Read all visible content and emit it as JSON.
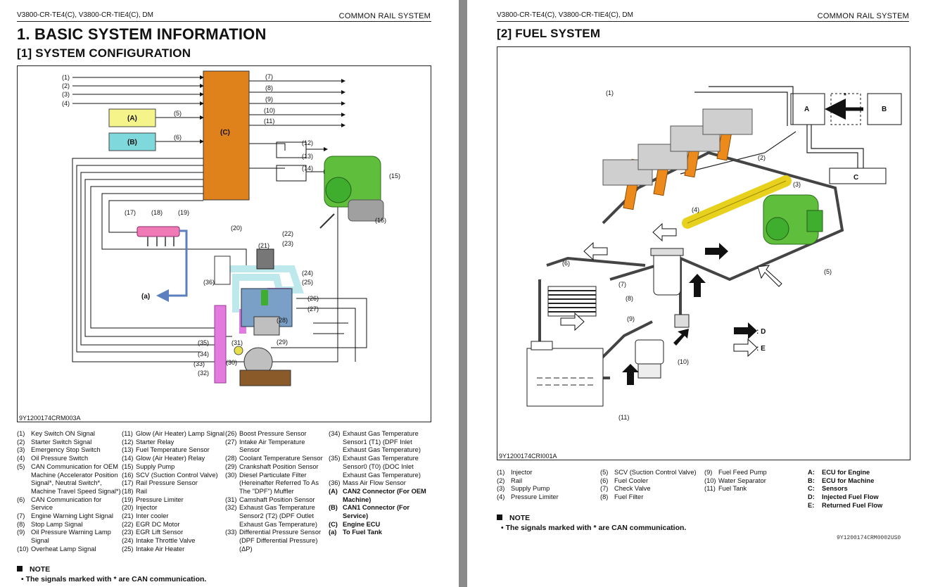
{
  "left_page": {
    "header_model": "V3800-CR-TE4(C), V3800-CR-TIE4(C), DM",
    "header_system": "COMMON RAIL SYSTEM",
    "section_title": "1.  BASIC SYSTEM INFORMATION",
    "subsection_title": "[1]  SYSTEM CONFIGURATION",
    "figure_code": "9Y1200174CRM003A",
    "figure_labels": {
      "in1": "(1)",
      "in2": "(2)",
      "in3": "(3)",
      "in4": "(4)",
      "out7": "(7)",
      "out8": "(8)",
      "out9": "(9)",
      "out10": "(10)",
      "out11": "(11)",
      "l5": "(5)",
      "l6": "(6)",
      "l12": "(12)",
      "l13": "(13)",
      "l14": "(14)",
      "l15": "(15)",
      "l16": "(16)",
      "l17": "(17)",
      "l18": "(18)",
      "l19": "(19)",
      "l20": "(20)",
      "l21": "(21)",
      "l22": "(22)",
      "l23": "(23)",
      "l24": "(24)",
      "l25": "(25)",
      "l26": "(26)",
      "l27": "(27)",
      "l28": "(28)",
      "l29": "(29)",
      "l30": "(30)",
      "l31": "(31)",
      "l32": "(32)",
      "l33": "(33)",
      "l34": "(34)",
      "l35": "(35)",
      "l36": "(36)",
      "boxA": "(A)",
      "boxB": "(B)",
      "boxC": "(C)",
      "la": "(a)"
    },
    "legend": {
      "col1": [
        {
          "k": "(1)",
          "t": "Key Switch ON Signal"
        },
        {
          "k": "(2)",
          "t": "Starter Switch Signal"
        },
        {
          "k": "(3)",
          "t": "Emergency Stop Switch"
        },
        {
          "k": "(4)",
          "t": "Oil Pressure Switch"
        },
        {
          "k": "(5)",
          "t": "CAN Communication for OEM Machine (Accelerator Position Signal*, Neutral Switch*, Machine Travel Speed Signal*)"
        },
        {
          "k": "(6)",
          "t": "CAN Communication for Service"
        },
        {
          "k": "(7)",
          "t": "Engine Warning Light Signal"
        },
        {
          "k": "(8)",
          "t": "Stop Lamp Signal"
        },
        {
          "k": "(9)",
          "t": "Oil Pressure Warning Lamp Signal"
        },
        {
          "k": "(10)",
          "t": "Overheat Lamp Signal"
        }
      ],
      "col2": [
        {
          "k": "(11)",
          "t": "Glow (Air Heater) Lamp Signal"
        },
        {
          "k": "(12)",
          "t": "Starter Relay"
        },
        {
          "k": "(13)",
          "t": "Fuel Temperature Sensor"
        },
        {
          "k": "(14)",
          "t": "Glow (Air Heater) Relay"
        },
        {
          "k": "(15)",
          "t": "Supply Pump"
        },
        {
          "k": "(16)",
          "t": "SCV (Suction Control Valve)"
        },
        {
          "k": "(17)",
          "t": "Rail Pressure Sensor"
        },
        {
          "k": "(18)",
          "t": "Rail"
        },
        {
          "k": "(19)",
          "t": "Pressure Limiter"
        },
        {
          "k": "(20)",
          "t": "Injector"
        },
        {
          "k": "(21)",
          "t": "Inter cooler"
        },
        {
          "k": "(22)",
          "t": "EGR DC Motor"
        },
        {
          "k": "(23)",
          "t": "EGR Lift Sensor"
        },
        {
          "k": "(24)",
          "t": "Intake Throttle Valve"
        },
        {
          "k": "(25)",
          "t": "Intake Air Heater"
        }
      ],
      "col3": [
        {
          "k": "(26)",
          "t": "Boost Pressure Sensor"
        },
        {
          "k": "(27)",
          "t": "Intake Air Temperature Sensor"
        },
        {
          "k": "(28)",
          "t": "Coolant Temperature Sensor"
        },
        {
          "k": "(29)",
          "t": "Crankshaft Position Sensor"
        },
        {
          "k": "(30)",
          "t": "Diesel Particulate Filter (Hereinafter Referred To As The \"DPF\") Muffler"
        },
        {
          "k": "(31)",
          "t": "Camshaft Position Sensor"
        },
        {
          "k": "(32)",
          "t": "Exhaust Gas Temperature Sensor2 (T2) (DPF Outlet Exhaust Gas Temperature)"
        },
        {
          "k": "(33)",
          "t": "Differential Pressure Sensor (DPF Differential Pressure) (ΔP)"
        }
      ],
      "col4": [
        {
          "k": "(34)",
          "t": "Exhaust Gas Temperature Sensor1 (T1) (DPF Inlet Exhaust Gas Temperature)"
        },
        {
          "k": "(35)",
          "t": "Exhaust Gas Temperature Sensor0 (T0) (DOC Inlet Exhaust Gas Temperature)"
        },
        {
          "k": "(36)",
          "t": "Mass Air Flow Sensor"
        }
      ],
      "col4_bold": [
        {
          "k": "(A)",
          "t": "CAN2 Connector (For OEM Machine)"
        },
        {
          "k": "(B)",
          "t": "CAN1 Connector (For Service)"
        },
        {
          "k": "(C)",
          "t": "Engine ECU"
        },
        {
          "k": "(a)",
          "t": "To Fuel Tank"
        }
      ]
    },
    "note_title": "NOTE",
    "note_text": "•  The signals marked with * are CAN communication."
  },
  "right_page": {
    "header_model": "V3800-CR-TE4(C), V3800-CR-TIE4(C), DM",
    "header_system": "COMMON RAIL SYSTEM",
    "subsection_title": "[2]  FUEL SYSTEM",
    "figure_code": "9Y1200174CRI001A",
    "figure_labels": {
      "l1": "(1)",
      "l2": "(2)",
      "l3": "(3)",
      "l4": "(4)",
      "l5": "(5)",
      "l6": "(6)",
      "l7": "(7)",
      "l8": "(8)",
      "l9": "(9)",
      "l10": "(10)",
      "l11": "(11)",
      "boxA": "A",
      "boxB": "B",
      "boxC": "C",
      "star": "*",
      "keyD": ": D",
      "keyE": ": E"
    },
    "legend": {
      "col1": [
        {
          "k": "(1)",
          "t": "Injector"
        },
        {
          "k": "(2)",
          "t": "Rail"
        },
        {
          "k": "(3)",
          "t": "Supply Pump"
        },
        {
          "k": "(4)",
          "t": "Pressure Limiter"
        }
      ],
      "col2": [
        {
          "k": "(5)",
          "t": "SCV (Suction Control Valve)"
        },
        {
          "k": "(6)",
          "t": "Fuel Cooler"
        },
        {
          "k": "(7)",
          "t": "Check Valve"
        },
        {
          "k": "(8)",
          "t": "Fuel Filter"
        }
      ],
      "col3": [
        {
          "k": "(9)",
          "t": "Fuel Feed Pump"
        },
        {
          "k": "(10)",
          "t": "Water Separator"
        },
        {
          "k": "(11)",
          "t": "Fuel Tank"
        }
      ],
      "col4": [
        {
          "k": "A:",
          "t": "ECU for Engine"
        },
        {
          "k": "B:",
          "t": "ECU for Machine"
        },
        {
          "k": "C:",
          "t": "Sensors"
        },
        {
          "k": "D:",
          "t": "Injected Fuel Flow"
        },
        {
          "k": "E:",
          "t": "Returned Fuel Flow"
        }
      ]
    },
    "note_title": "NOTE",
    "note_text": "•  The signals marked with * are CAN communication.",
    "doc_number": "9Y1200174CRM0002US0"
  },
  "colors": {
    "ecu": "#e0821c",
    "can_a": "#f4f48a",
    "can_b": "#7fd8dc",
    "pump_green": "#3fae2e",
    "rail_yellow": "#e7d11c",
    "injector_orange": "#ec8a1c",
    "exhaust_pink": "#e27ae0",
    "intake_cyan": "#bde9ec",
    "fuel_blue": "#5b7fbf"
  }
}
